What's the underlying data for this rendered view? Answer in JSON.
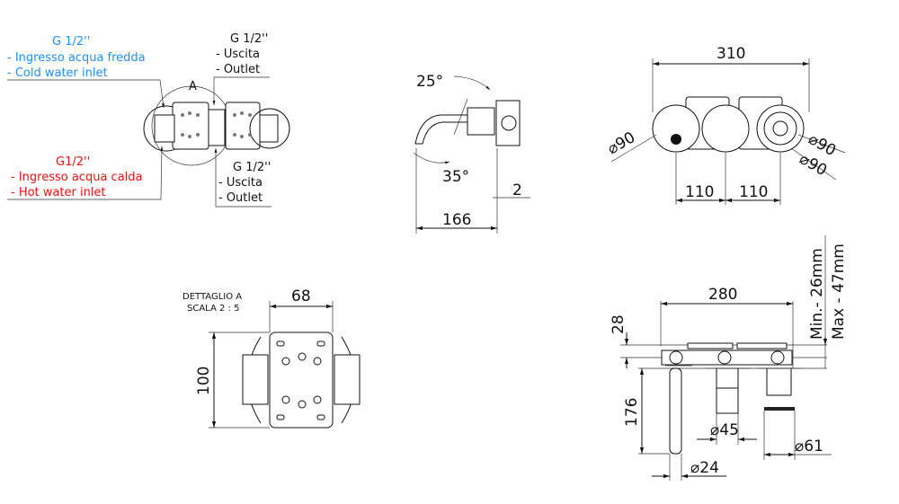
{
  "colors": {
    "cold": "#1e90ff",
    "hot": "#ee1111",
    "line": "#111111"
  },
  "top_view": {
    "cold": {
      "thread": "G 1/2''",
      "it": "- Ingresso acqua fredda",
      "en": "- Cold water inlet"
    },
    "hot": {
      "thread": "G1/2''",
      "it": "- Ingresso acqua calda",
      "en": "- Hot water inlet"
    },
    "outlet_top": {
      "thread": "G 1/2''",
      "it": "- Uscita",
      "en": "- Outlet"
    },
    "outlet_bottom": {
      "thread": "G 1/2''",
      "it": "- Uscita",
      "en": "- Outlet"
    },
    "detail_marker": "A"
  },
  "side_view": {
    "angle_top": "25°",
    "angle_bottom": "35°",
    "offset": "2",
    "projection": "166"
  },
  "front_view": {
    "width": "310",
    "dia_left": "90",
    "dia_right_1": "90",
    "dia_right_2": "90",
    "spacing_left": "110",
    "spacing_right": "110",
    "diameter_symbol": "⌀"
  },
  "detail_a": {
    "title": "DETTAGLIO A",
    "scale": "SCALA 2 : 5",
    "width": "68",
    "height": "100"
  },
  "section_view": {
    "width": "280",
    "depth": "28",
    "spout_length": "176",
    "dia_spout": "24",
    "dia_body": "45",
    "dia_handle": "61",
    "min_depth": "Min.- 26mm",
    "max_depth": "Max - 47mm"
  }
}
